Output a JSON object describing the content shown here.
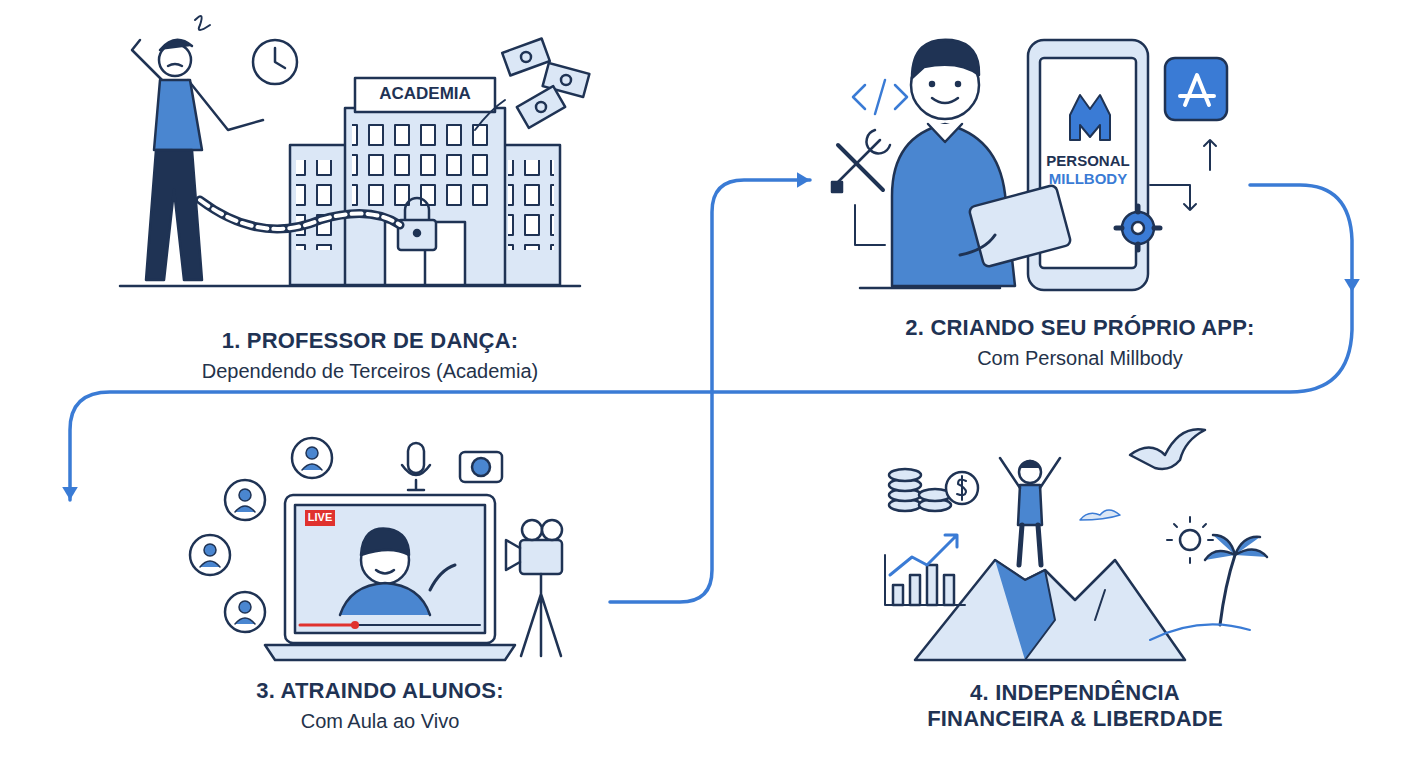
{
  "diagram": {
    "nodes": [
      {
        "text": [
          "1. PROFESSOR DE DANÇA:",
          "Dependendo de Terceiros (Academia)"
        ]
      },
      {
        "text": [
          "2. CRIANDO SEU PRÓPRIO APP:",
          "Com Personal Millbody"
        ]
      },
      {
        "text": [
          "3. ATRAINDO ALUNOS:",
          "Com Aula ao Vivo"
        ]
      },
      {
        "text": [
          "4. INDEPENDÊNCIA FINANCEIRA & LIBERDADE"
        ]
      }
    ],
    "edges": [
      {
        "from": 2,
        "to": 1,
        "arrow": "to"
      },
      {
        "from": 1,
        "to": 2,
        "arrow": "to"
      }
    ],
    "labels": [
      "ACADEMIA",
      "PERSONAL",
      "MILLBODY",
      "LIVE"
    ]
  }
}
